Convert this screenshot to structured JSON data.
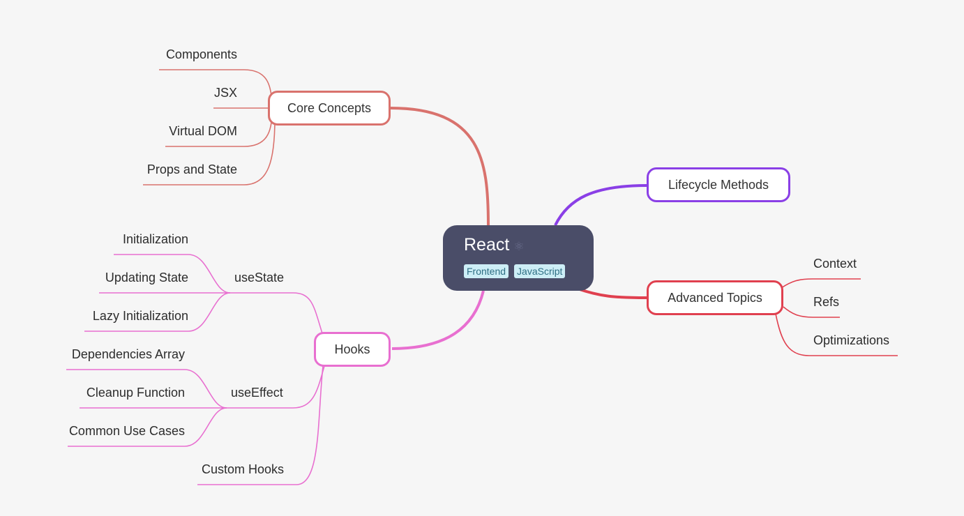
{
  "root": {
    "title": "React",
    "icon": "atom-icon",
    "icon_glyph": "⚛",
    "tags": [
      "Frontend",
      "JavaScript"
    ]
  },
  "colors": {
    "background": "#f6f6f6",
    "root": "#4a4d68",
    "core_concepts": "#d9726d",
    "hooks": "#e86fd0",
    "lifecycle": "#8a3fe6",
    "advanced": "#e0404f"
  },
  "branches": {
    "core_concepts": {
      "label": "Core Concepts",
      "children": [
        "Components",
        "JSX",
        "Virtual DOM",
        "Props and State"
      ]
    },
    "hooks": {
      "label": "Hooks",
      "use_state": {
        "label": "useState",
        "children": [
          "Initialization",
          "Updating State",
          "Lazy Initialization"
        ]
      },
      "use_effect": {
        "label": "useEffect",
        "children": [
          "Dependencies Array",
          "Cleanup Function",
          "Common Use Cases"
        ]
      },
      "custom_hooks": "Custom Hooks"
    },
    "lifecycle": {
      "label": "Lifecycle Methods"
    },
    "advanced": {
      "label": "Advanced Topics",
      "children": [
        "Context",
        "Refs",
        "Optimizations"
      ]
    }
  }
}
